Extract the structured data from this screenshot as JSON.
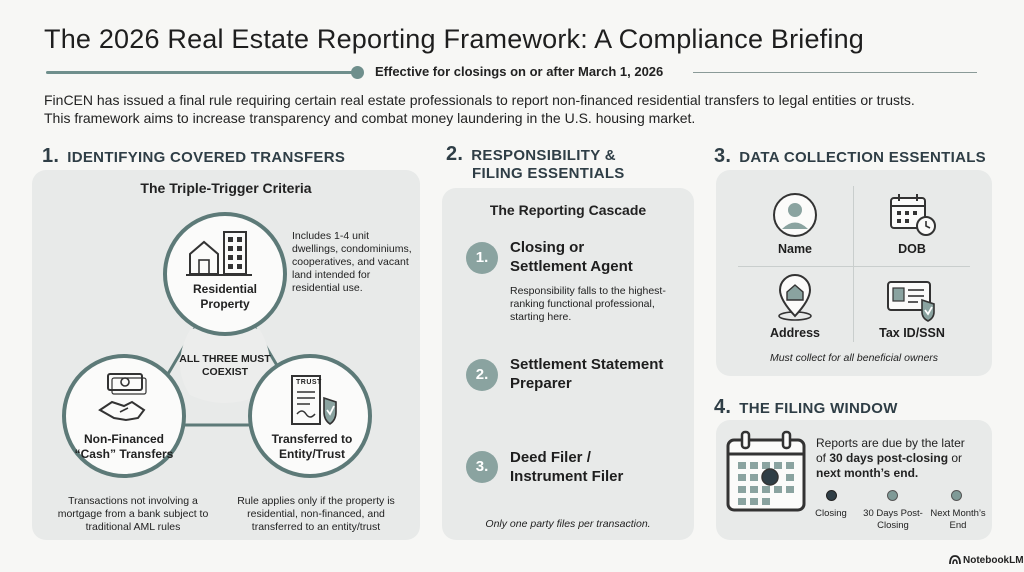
{
  "header": {
    "title": "The 2026 Real Estate Reporting Framework: A Compliance Briefing",
    "effective": "Effective for closings on or after March 1, 2026",
    "intro_line1": "FinCEN has issued a final rule requiring certain real estate professionals to report non-financed residential transfers to legal entities or trusts.",
    "intro_line2": "This framework aims to increase transparency and combat money laundering in the U.S. housing market."
  },
  "section1": {
    "number": "1.",
    "heading": "IDENTIFYING COVERED TRANSFERS",
    "panel_title": "The Triple-Trigger Criteria",
    "center_label": "ALL THREE MUST COEXIST",
    "residential": {
      "label": "Residential Property",
      "icon": "houses-icon",
      "note": "Includes 1-4 unit dwellings, condominiums, cooperatives, and vacant land intended for residential use."
    },
    "non_financed": {
      "label": "Non-Financed “Cash” Transfers",
      "icon": "cash-handshake-icon",
      "note": "Transactions not involving a mortgage from a bank subject to traditional AML rules"
    },
    "entity": {
      "label": "Transferred to Entity/Trust",
      "icon": "trust-document-icon",
      "doc_word": "TRUST",
      "note": "Rule applies only if the property is residential, non-financed, and transferred to an entity/trust"
    }
  },
  "section2": {
    "number": "2.",
    "heading_line1": "RESPONSIBILITY &",
    "heading_line2": "FILING ESSENTIALS",
    "panel_title": "The Reporting Cascade",
    "steps": [
      {
        "num": "1.",
        "title_line1": "Closing or",
        "title_line2": "Settlement Agent",
        "note": "Responsibility falls to the highest-ranking functional professional, starting here."
      },
      {
        "num": "2.",
        "title_line1": "Settlement Statement",
        "title_line2": "Preparer"
      },
      {
        "num": "3.",
        "title_line1": "Deed Filer /",
        "title_line2": "Instrument Filer"
      }
    ],
    "footnote": "Only one party files per transaction."
  },
  "section3": {
    "number": "3.",
    "heading": "DATA COLLECTION ESSENTIALS",
    "items": [
      {
        "label": "Name",
        "icon": "person-icon"
      },
      {
        "label": "DOB",
        "icon": "calendar-clock-icon"
      },
      {
        "label": "Address",
        "icon": "location-pin-icon"
      },
      {
        "label": "Tax ID/SSN",
        "icon": "id-card-icon"
      }
    ],
    "footnote": "Must collect for all beneficial owners"
  },
  "section4": {
    "number": "4.",
    "heading": "THE FILING WINDOW",
    "text_line1": "Reports are due by the later",
    "text_of": "of ",
    "text_bold1": "30 days post-closing",
    "text_or": " or",
    "text_bold2": "next month’s end.",
    "timeline": [
      {
        "label": "Closing",
        "color": "#2f3e46"
      },
      {
        "label": "30 Days Post-Closing",
        "color": "#7f9a97"
      },
      {
        "label": "Next Month’s End",
        "color": "#7f9a97"
      }
    ]
  },
  "footer": {
    "brand": "NotebookLM"
  }
}
